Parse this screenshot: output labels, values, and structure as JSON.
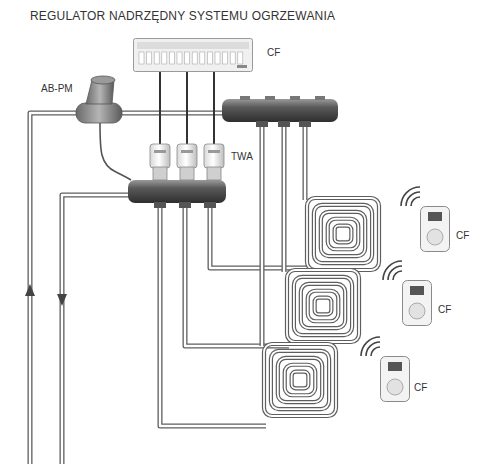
{
  "diagram": {
    "title": "REGULATOR NADRZĘDNY SYSTEMU OGRZEWANIA",
    "nodes": [
      {
        "text": [
          "CF"
        ]
      },
      {
        "text": [
          "CF"
        ]
      },
      {
        "text": [
          "CF"
        ]
      },
      {
        "text": [
          "CF"
        ]
      }
    ],
    "labels": [
      "AB-PM",
      "TWA"
    ]
  }
}
